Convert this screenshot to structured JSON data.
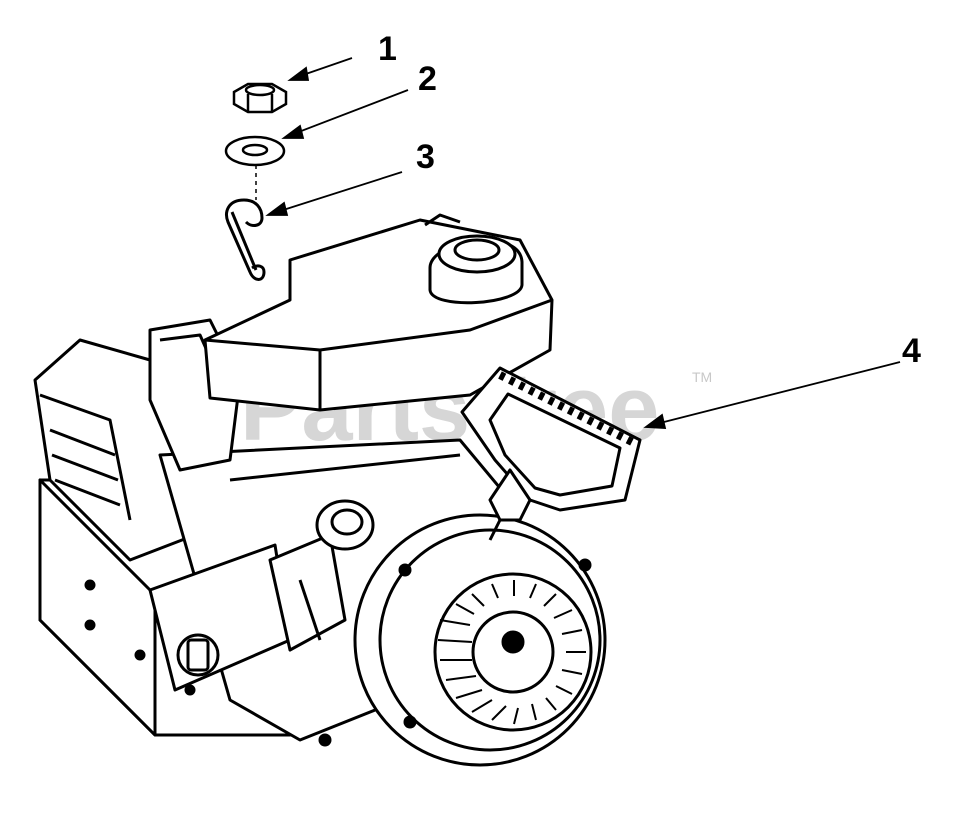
{
  "diagram": {
    "callouts": [
      {
        "label": "1",
        "part": "nut"
      },
      {
        "label": "2",
        "part": "washer"
      },
      {
        "label": "3",
        "part": "cable-guide"
      },
      {
        "label": "4",
        "part": "recoil-starter-handle"
      }
    ],
    "watermark": {
      "text": "PartsTree",
      "trademark": "TM"
    }
  }
}
